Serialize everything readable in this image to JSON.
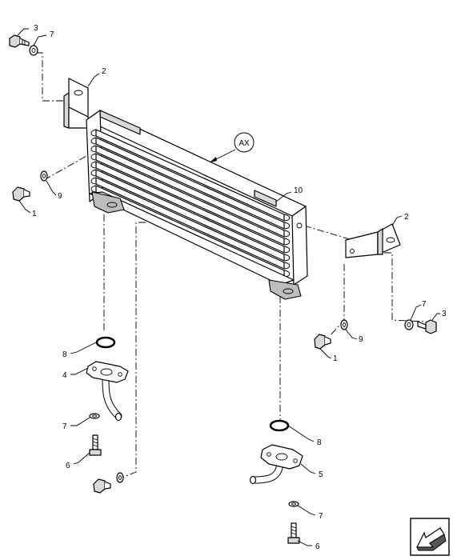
{
  "callouts": {
    "c3_top": "3",
    "c7_top": "7",
    "c2_top": "2",
    "c1_left": "1",
    "c9_left": "9",
    "cAX": "AX",
    "c10": "10",
    "c2_right": "2",
    "c7_right": "7",
    "c3_right": "3",
    "c9_right": "9",
    "c1_right": "1",
    "c8_left": "8",
    "c4": "4",
    "c7_left": "7",
    "c6_left": "6",
    "c8_right": "8",
    "c5": "5",
    "c7_bottom": "7",
    "c6_bottom": "6"
  },
  "colors": {
    "line": "#000000",
    "shade": "#d9d9d9",
    "background": "#ffffff"
  },
  "icons": {
    "orientation": "arrow-down-left-icon"
  }
}
